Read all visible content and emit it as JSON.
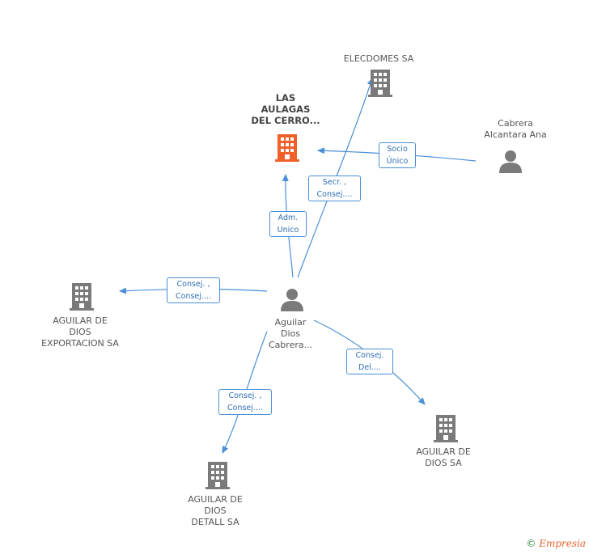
{
  "nodes": {
    "las_aulagas": {
      "label_lines": [
        "LAS",
        "AULAGAS",
        "DEL CERRO..."
      ],
      "type": "company",
      "color": "#f0602a"
    },
    "elecdomes": {
      "label_lines": [
        "ELECDOMES SA"
      ],
      "type": "company",
      "color": "#7a7a7a"
    },
    "cabrera": {
      "label_lines": [
        "Cabrera",
        "Alcantara Ana"
      ],
      "type": "person",
      "color": "#7a7a7a"
    },
    "aguilar_person": {
      "label_lines": [
        "Aguilar",
        "Dios",
        "Cabrera..."
      ],
      "type": "person",
      "color": "#7a7a7a"
    },
    "exportacion": {
      "label_lines": [
        "AGUILAR DE",
        "DIOS",
        "EXPORTACION SA"
      ],
      "type": "company",
      "color": "#7a7a7a"
    },
    "detall": {
      "label_lines": [
        "AGUILAR DE",
        "DIOS",
        "DETALL SA"
      ],
      "type": "company",
      "color": "#7a7a7a"
    },
    "aguilar_sa": {
      "label_lines": [
        "AGUILAR DE",
        "DIOS SA"
      ],
      "type": "company",
      "color": "#7a7a7a"
    }
  },
  "edges": {
    "adm_unico": {
      "lines": [
        "Adm.",
        "Unico"
      ]
    },
    "secr_consej": {
      "lines": [
        "Secr. ,",
        "Consej...."
      ]
    },
    "socio_unico": {
      "lines": [
        "Socio",
        "Único"
      ]
    },
    "consej_export": {
      "lines": [
        "Consej. ,",
        "Consej...."
      ]
    },
    "consej_detall": {
      "lines": [
        "Consej. ,",
        "Consej...."
      ]
    },
    "consej_del": {
      "lines": [
        "Consej.",
        "Del...."
      ]
    }
  },
  "colors": {
    "edge": "#4a8fd8",
    "label_border": "#4a8fd8",
    "label_text": "#2f6fb5",
    "main_company": "#f0602a",
    "node_gray": "#7a7a7a"
  },
  "footer": {
    "copyright": "©",
    "brand": "Empresia"
  }
}
